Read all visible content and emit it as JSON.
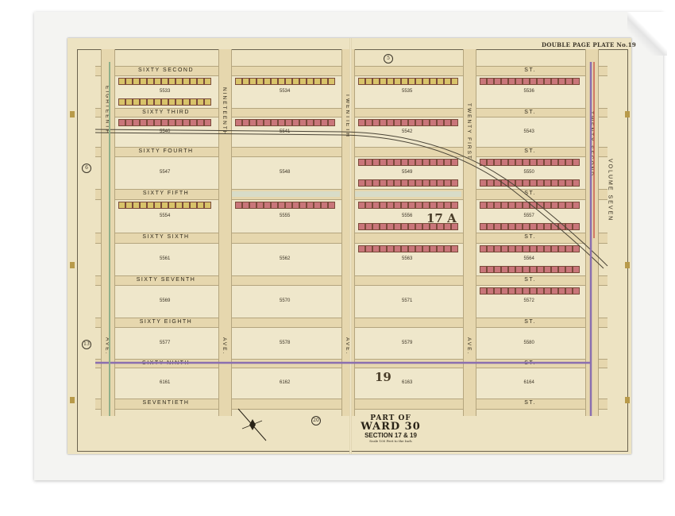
{
  "plate_label": "DOUBLE PAGE PLATE No.19",
  "title": {
    "line1": "PART OF",
    "line2": "WARD 30",
    "line3": "SECTION 17 & 19",
    "scale": "Scale 100 Feet to the Inch"
  },
  "volume_label": "VOLUME SEVEN",
  "section_labels": [
    "17 A",
    "19"
  ],
  "plate_refs": [
    "5",
    "6",
    "13",
    "20"
  ],
  "avenues": [
    {
      "name": "EIGHTEENTH",
      "suffix": "AVE."
    },
    {
      "name": "NINETEENTH",
      "suffix": "AVE."
    },
    {
      "name": "TWENTIETH",
      "suffix": "AVE."
    },
    {
      "name": "TWENTY FIRST",
      "suffix": "AVE."
    },
    {
      "name": "TWENTY SECOND",
      "suffix": ""
    }
  ],
  "streets": [
    {
      "name": "SIXTY SECOND",
      "suffix": "ST."
    },
    {
      "name": "SIXTY THIRD",
      "suffix": "ST."
    },
    {
      "name": "SIXTY FOURTH",
      "suffix": "ST."
    },
    {
      "name": "SIXTY FIFTH",
      "suffix": "ST."
    },
    {
      "name": "SIXTY SIXTH",
      "suffix": "ST."
    },
    {
      "name": "SIXTY SEVENTH",
      "suffix": "ST."
    },
    {
      "name": "SIXTY EIGHTH",
      "suffix": "ST."
    },
    {
      "name": "SIXTY NINTH",
      "suffix": "ST."
    },
    {
      "name": "SEVENTIETH",
      "suffix": "ST."
    }
  ],
  "blocks": [
    [
      "5533",
      "5534",
      "5535",
      "5536"
    ],
    [
      "5540",
      "5541",
      "5542",
      "5543"
    ],
    [
      "5547",
      "5548",
      "5549",
      "5550"
    ],
    [
      "5554",
      "5555",
      "5556",
      "5557"
    ],
    [
      "5561",
      "5562",
      "5563",
      "5564"
    ],
    [
      "5569",
      "5570",
      "5571",
      "5572"
    ],
    [
      "5577",
      "5578",
      "5579",
      "5580"
    ],
    [
      "6161",
      "6162",
      "6163",
      "6164"
    ]
  ],
  "colors": {
    "paper": "#ede3c2",
    "brick": "#c9767a",
    "frame": "#d8c36a",
    "street": "#e6d7ae",
    "railroad": "#4a4436",
    "boundary_purple": "#8a6fb0",
    "boundary_green": "#8fb08a"
  }
}
